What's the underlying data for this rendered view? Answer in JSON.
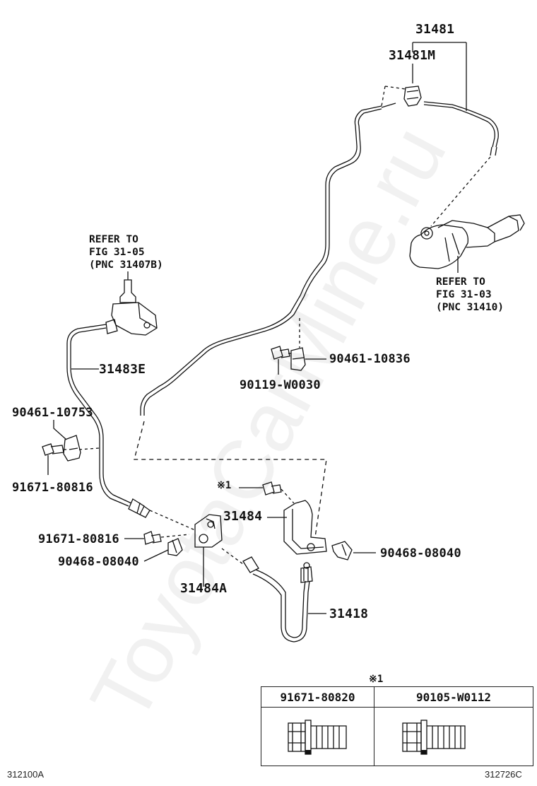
{
  "watermark": "ToyotaCarMine.ru",
  "labels": {
    "p31481": "31481",
    "p31481m": "31481M",
    "refer_top_left": "REFER TO\nFIG 31-05\n(PNC 31407B)",
    "refer_right": "REFER TO\nFIG 31-03\n(PNC 31410)",
    "p31483e": "31483E",
    "p90461_10836": "90461-10836",
    "p90119_w0030": "90119-W0030",
    "p90461_10753": "90461-10753",
    "p91671_80816_a": "91671-80816",
    "mark1": "※1",
    "p31484": "31484",
    "p91671_80816_b": "91671-80816",
    "p90468_08040_a": "90468-08040",
    "p90468_08040_b": "90468-08040",
    "p31484a": "31484A",
    "p31418": "31418"
  },
  "table": {
    "mark": "※1",
    "columns": [
      "91671-80820",
      "90105-W0112"
    ]
  },
  "footer": {
    "left": "312100A",
    "right": "312726C"
  }
}
